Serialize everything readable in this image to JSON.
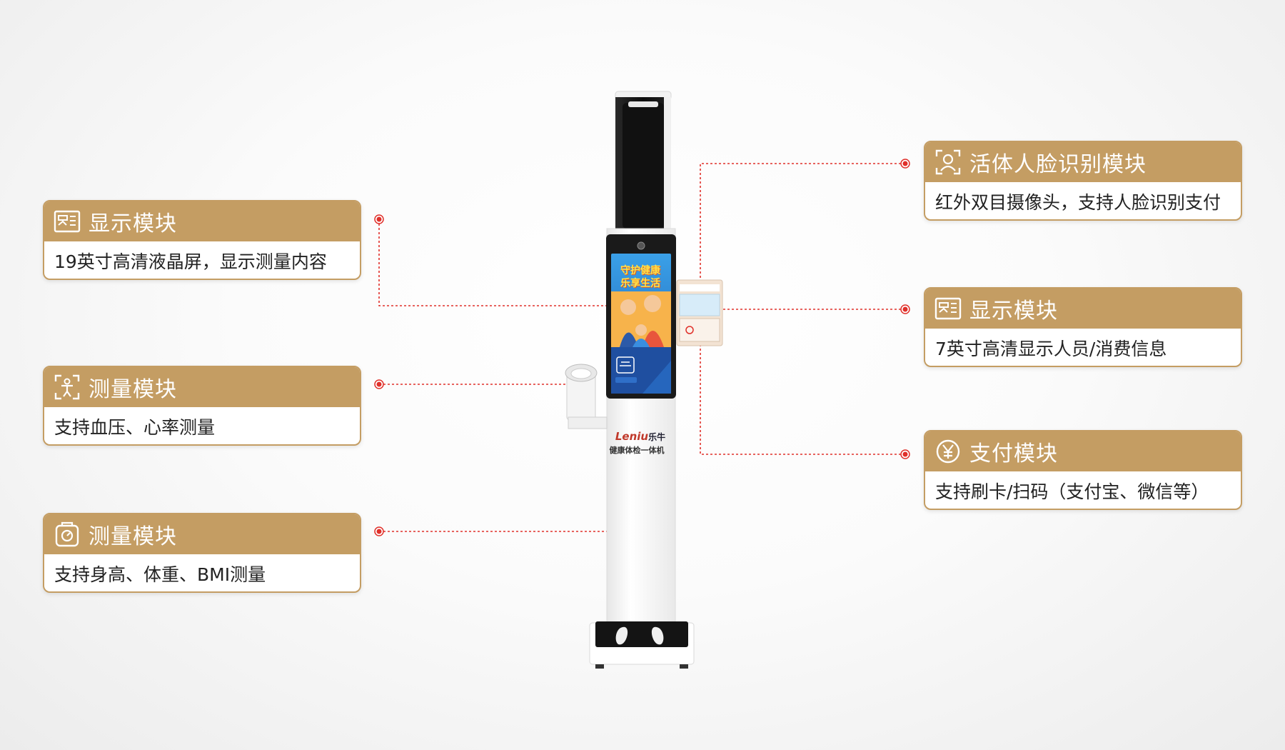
{
  "cards": [
    {
      "id": "left-1",
      "icon": "display-module-icon",
      "title": "显示模块",
      "desc": "19英寸高清液晶屏，显示测量内容"
    },
    {
      "id": "left-2",
      "icon": "body-measure-icon",
      "title": "测量模块",
      "desc": "支持血压、心率测量"
    },
    {
      "id": "left-3",
      "icon": "scale-measure-icon",
      "title": "测量模块",
      "desc": "支持身高、体重、BMI测量"
    },
    {
      "id": "right-1",
      "icon": "face-recognition-icon",
      "title": "活体人脸识别模块",
      "desc": "红外双目摄像头，支持人脸识别支付"
    },
    {
      "id": "right-2",
      "icon": "display-module-icon",
      "title": "显示模块",
      "desc": "7英寸高清显示人员/消费信息"
    },
    {
      "id": "right-3",
      "icon": "yuan-payment-icon",
      "title": "支付模块",
      "desc": "支持刷卡/扫码（支付宝、微信等）"
    }
  ],
  "device": {
    "screen_line1": "守护健康",
    "screen_line2": "乐享生活",
    "brand_name": "Leniu",
    "brand_cn": "乐牛",
    "product_name": "健康体检一体机"
  },
  "colors": {
    "accent_gold": "#c49d63",
    "callout_red": "#e0302a",
    "screen_blue": "#1e5fb0"
  }
}
